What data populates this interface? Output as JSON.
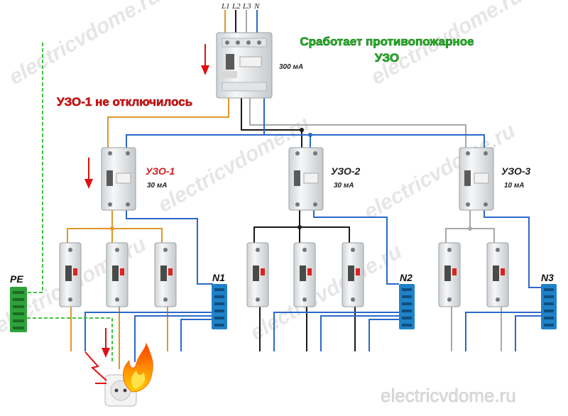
{
  "phase_labels": [
    "L1",
    "L2",
    "L3",
    "N"
  ],
  "main_rcd": {
    "current": "300 мА"
  },
  "headline": {
    "line1": "Сработает противопожарное",
    "line2": "УЗО"
  },
  "status_note": "УЗО-1 не отключилось",
  "rcds": [
    {
      "name": "УЗО-1",
      "current": "30 мА",
      "name_color": "#d62020"
    },
    {
      "name": "УЗО-2",
      "current": "30 мА",
      "name_color": "#222222"
    },
    {
      "name": "УЗО-3",
      "current": "10 мА",
      "name_color": "#222222"
    }
  ],
  "busbars": {
    "pe": "PE",
    "n1": "N1",
    "n2": "N2",
    "n3": "N3"
  },
  "watermark": "electricvdome.ru",
  "colors": {
    "phase_orange": "#e0962a",
    "phase_black": "#1a1a1a",
    "phase_grey": "#a8a8a8",
    "neutral_blue": "#2a68c8",
    "pe_green": "#3cc43c",
    "alert_red": "#e01010",
    "headline_green": "#22c022"
  },
  "icons": [
    "breaker-icon",
    "rcd-icon",
    "busbar-icon",
    "socket-icon",
    "fire-icon",
    "arrow-down-icon",
    "spark-icon"
  ]
}
